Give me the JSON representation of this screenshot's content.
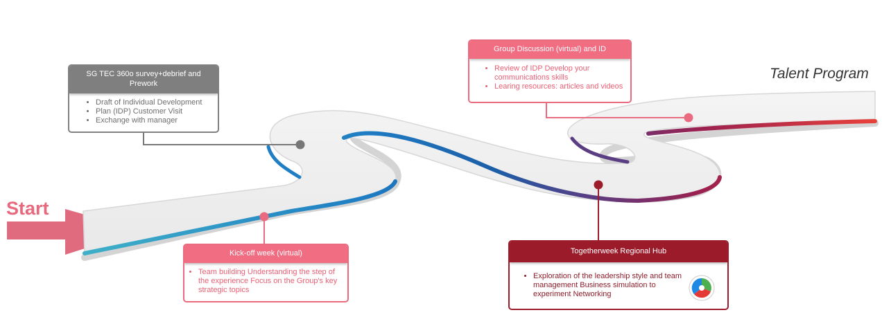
{
  "start_label": "Start",
  "end_label": "Talent Program",
  "colors": {
    "start_arrow": "#e06a7e",
    "gray": "#7f7f7f",
    "pink": "#f06d82",
    "dark_red": "#9b1b2a",
    "road_blue": "#1f7ec4",
    "road_purple": "#5a3d82",
    "road_red": "#d1233f"
  },
  "stages": {
    "survey": {
      "title": "SG TEC 360o survey+debrief and Prework",
      "items": [
        "Draft of Individual Development",
        "Plan (IDP) Customer Visit",
        "Exchange with manager"
      ]
    },
    "kickoff": {
      "title": "Kick-off week (virtual)",
      "items": [
        "Team building Understanding the step of the experience Focus on the Group's key strategic topics"
      ]
    },
    "discussion": {
      "title": "Group Discussion (virtual) and ID",
      "items": [
        "Review of IDP Develop your communications skills",
        "Learing resources: articles and videos"
      ]
    },
    "togetherweek": {
      "title": "Togetherweek Regional Hub",
      "items": [
        "Exploration of the leadership style and team management Business simulation to experiment Networking"
      ],
      "logo_icon": "structogram-logo"
    }
  }
}
